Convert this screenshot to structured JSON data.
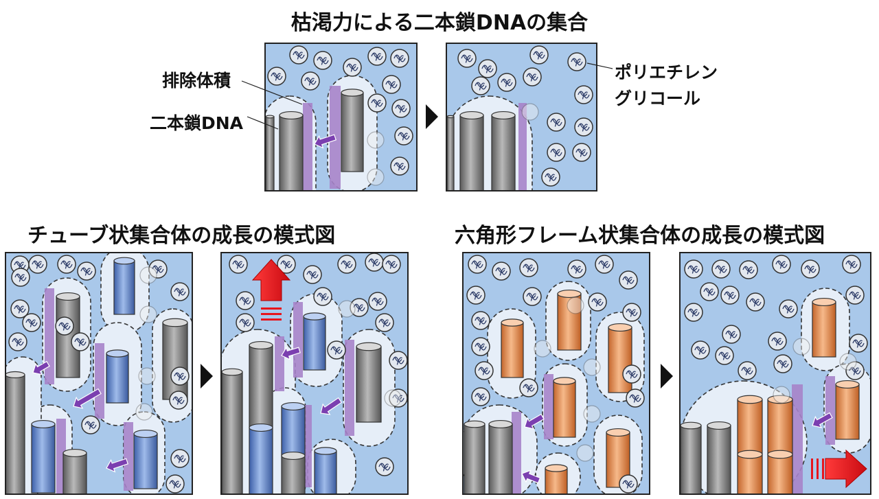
{
  "titles": {
    "top": "枯渇力による二本鎖DNAの集合",
    "tube": "チューブ状集合体の成長の模式図",
    "hexagon": "六角形フレーム状集合体の成長の模式図"
  },
  "labels": {
    "excluded_volume": "排除体積",
    "dsDNA": "二本鎖DNA",
    "peg_line1": "ポリエチレン",
    "peg_line2": "グリコール"
  },
  "colors": {
    "solution_blue": "#a9c8ea",
    "excluded_zone": "#e6eef8",
    "depletion_purple": "#a683c9",
    "dna_gray": "#7a7a7a",
    "tube_blue": "#5a7fc6",
    "hex_orange": "#e0874c",
    "growth_arrow_red": "#e8141b",
    "arrow_purple": "#7b3fb0"
  },
  "icons": {
    "peg": "peg-coil-icon",
    "step_arrow": "triangle-right-icon",
    "growth_arrow": "red-arrow-icon",
    "depletion_arrow": "purple-arrow-icon"
  }
}
